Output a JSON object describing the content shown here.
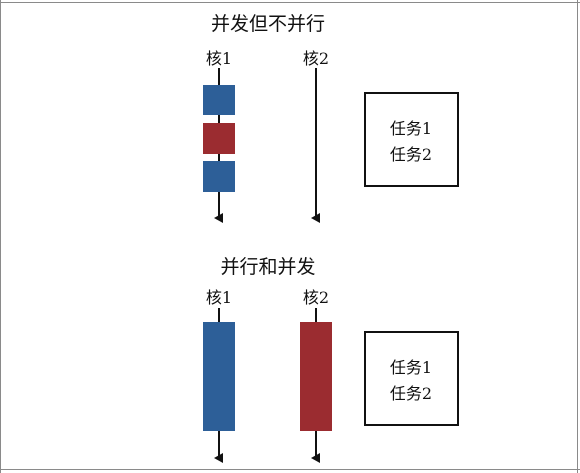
{
  "colors": {
    "blue": "#2d5f98",
    "red": "#9b2c30",
    "line": "#111111",
    "frame": "#8a8a8a"
  },
  "sections": [
    {
      "title": "并发但不并行",
      "core1_label": "核1",
      "core2_label": "核2",
      "tasks": [
        "任务1",
        "任务2"
      ]
    },
    {
      "title": "并行和并发",
      "core1_label": "核1",
      "core2_label": "核2",
      "tasks": [
        "任务1",
        "任务2"
      ]
    }
  ]
}
